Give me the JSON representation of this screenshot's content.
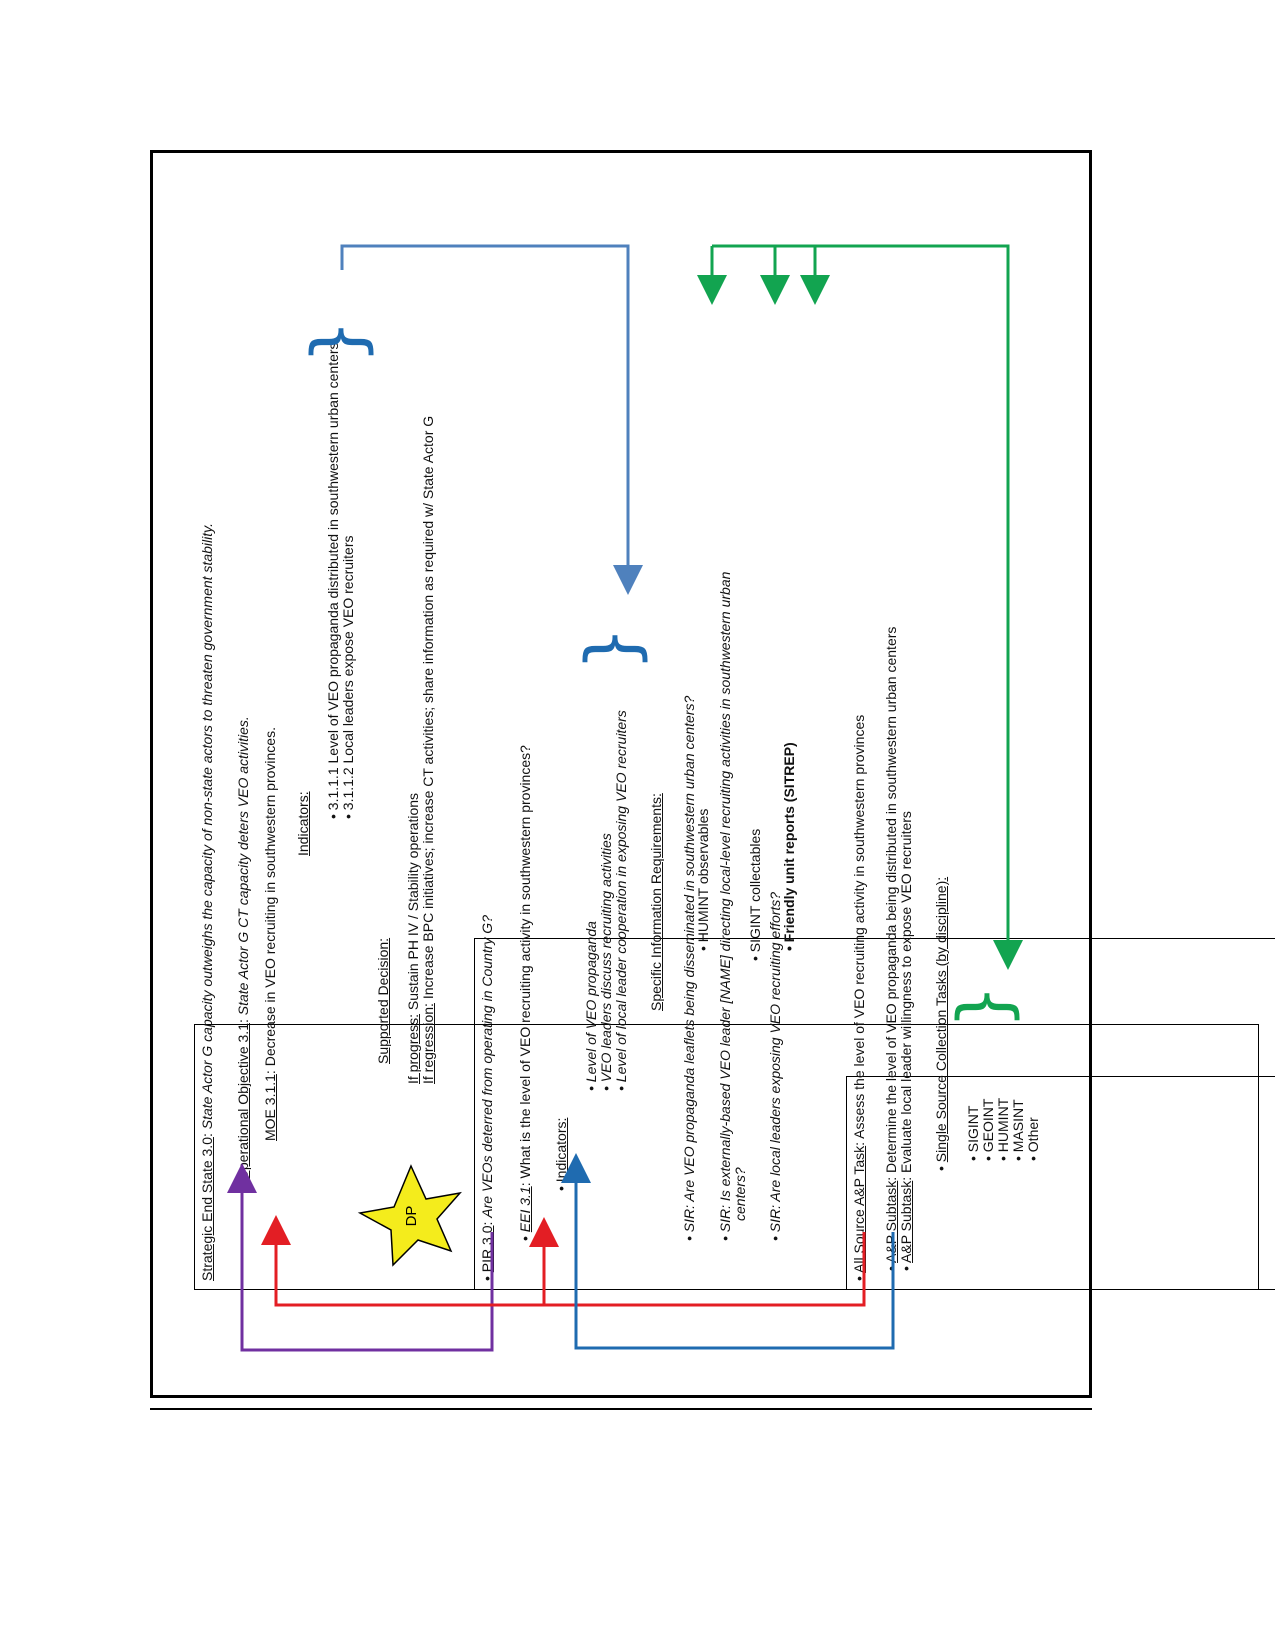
{
  "panel1": {
    "strategic_label": "Strategic End State 3.0",
    "strategic_text": "State Actor G capacity outweighs the capacity of non-state actors to threaten government stability.",
    "op_obj_label": "Operational Objective 3.1",
    "op_obj_text": "State Actor G CT capacity deters VEO activities.",
    "moe_label": "MOE 3.1.1",
    "moe_text": "Decrease in VEO recruiting in southwestern provinces.",
    "indicators_label": "Indicators:",
    "indicators": [
      "• 3.1.1.1 Level of VEO propaganda distributed in southwestern urban centers",
      "• 3.1.1.2 Local leaders expose VEO recruiters"
    ],
    "dp_label": "DP",
    "supported_decision_label": "Supported Decision:",
    "if_progress_label": "If progress:",
    "if_progress_text": "Sustain PH IV / Stability operations",
    "if_regression_label": "If regression:",
    "if_regression_text": "Increase BPC initiatives; increase CT activities; share information as required w/ State Actor G"
  },
  "panel2": {
    "pir_label": "PIR 3.0",
    "pir_text": "Are VEOs deterred from operating in Country G?",
    "eei_label": "EEI 3.1",
    "eei_text": "What is the level of VEO recruiting activity in southwestern provinces?",
    "indicators_label": "Indicators:",
    "indicators": [
      "• Level of VEO propaganda",
      "• VEO leaders discuss recruiting activities",
      "• Level of local leader cooperation in exposing VEO recruiters"
    ],
    "sir_header": "Specific Information Requirements:",
    "sir1": "• SIR: Are VEO propaganda leaflets being disseminated in southwestern urban centers?",
    "sir1_sub": "• HUMINT observables",
    "sir2_a": "• SIR: Is externally-based VEO leader [NAME] directing local-level recruiting activities in southwestern urban",
    "sir2_b": "centers?",
    "sir2_sub": "• SIGINT collectables",
    "sir3": "• SIR: Are local leaders exposing VEO recruiting efforts?",
    "sir3_sub": "• Friendly unit reports (SITREP)"
  },
  "panel3": {
    "task_label": "All Source A&P Task",
    "task_text": "Assess the level of VEO recruiting activity in southwestern provinces",
    "subtask_label": "A&P Subtask",
    "subtask1": "Determine the level of VEO propaganda being distributed in southwestern urban centers",
    "subtask2": "Evaluate local leader willingness to expose VEO recruiters",
    "ssct_label": "Single Source Collection Tasks (by discipline):",
    "disciplines": [
      "• SIGINT",
      "• GEOINT",
      "• HUMINT",
      "• MASINT",
      "• Other"
    ]
  },
  "colors": {
    "purple": "#7030a0",
    "red": "#e31e24",
    "blue_dark": "#1f6bb0",
    "blue_light": "#4f81bd",
    "green": "#12a450",
    "star_fill": "#f4ec1c"
  }
}
